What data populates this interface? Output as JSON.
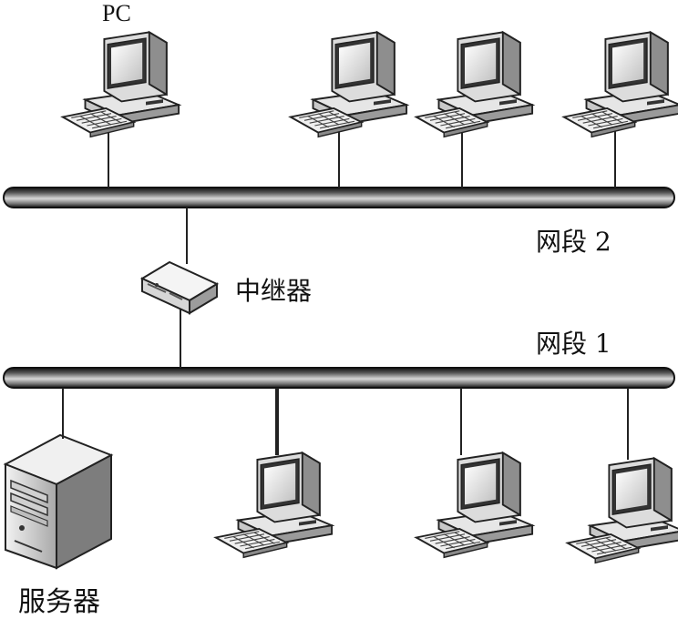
{
  "labels": {
    "pc": "PC",
    "segment2": "网段 2",
    "repeater": "中继器",
    "segment1": "网段 1",
    "server": "服务器"
  },
  "colors": {
    "bus_dark": "#1a1a1a",
    "bus_light": "#bdbdbd",
    "line": "#222222"
  },
  "icons": {
    "computer": "desktop-computer-icon",
    "repeater": "repeater-device-icon",
    "server": "server-tower-icon"
  }
}
